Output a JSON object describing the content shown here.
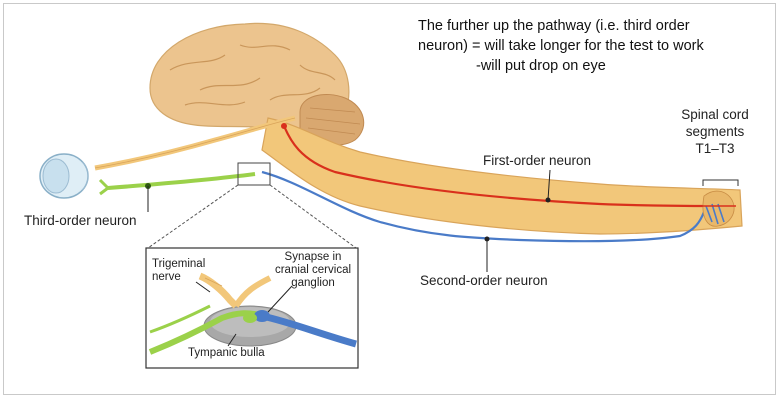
{
  "note": {
    "line1": "The further up the pathway (i.e. third order",
    "line2": "neuron) = will take longer for the test to work",
    "line3": "-will put drop on eye"
  },
  "labels": {
    "spinal_line1": "Spinal cord",
    "spinal_line2": "segments",
    "spinal_line3": "T1–T3",
    "first_order": "First-order neuron",
    "second_order": "Second-order neuron",
    "third_order": "Third-order neuron"
  },
  "inset": {
    "trigeminal_line1": "Trigeminal",
    "trigeminal_line2": "nerve",
    "synapse_line1": "Synapse in",
    "synapse_line2": "cranial cervical",
    "synapse_line3": "ganglion",
    "tympanic": "Tympanic bulla"
  },
  "colors": {
    "first_order": "#d9301c",
    "second_order": "#4a7bc8",
    "third_order": "#9bd14a",
    "nerve_tan": "#f2c77a",
    "brain": "#ecc48e"
  }
}
